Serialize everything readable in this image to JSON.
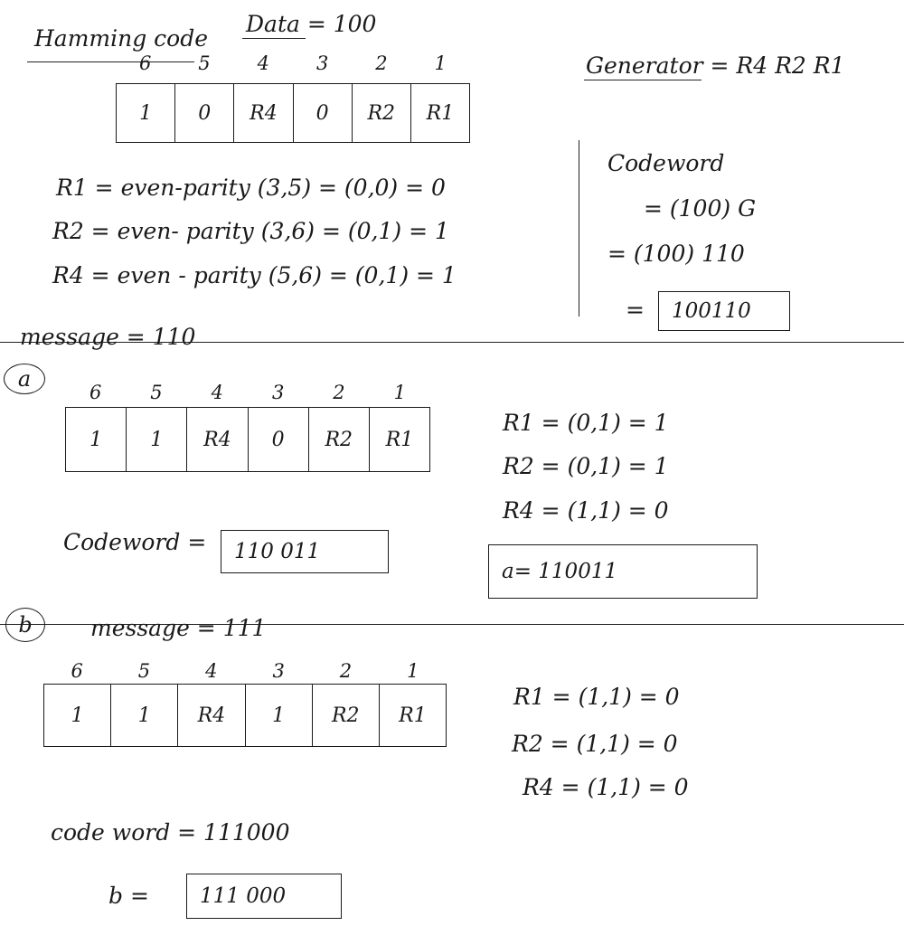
{
  "header": {
    "title": "Hamming code",
    "data": "Data = 100",
    "generator": "Generator = R4 R2 R1"
  },
  "top": {
    "positions": [
      "6",
      "5",
      "4",
      "3",
      "2",
      "1"
    ],
    "cells": [
      "1",
      "0",
      "R4",
      "0",
      "R2",
      "R1"
    ],
    "parity": [
      "R1 = even-parity (3,5) = (0,0) = 0",
      "R2 = even- parity (3,6) = (0,1) = 1",
      "R4 = even - parity (5,6) = (0,1) = 1"
    ],
    "codeword_label": "Codeword",
    "codeword_lines": [
      "= (100) G",
      "= (100) 110",
      "="
    ],
    "codeword_final": "100110"
  },
  "part_a": {
    "label": "a",
    "message": "message = 110",
    "positions": [
      "6",
      "5",
      "4",
      "3",
      "2",
      "1"
    ],
    "cells": [
      "1",
      "1",
      "R4",
      "0",
      "R2",
      "R1"
    ],
    "parity": [
      "R1 = (0,1) = 1",
      "R2 = (0,1) = 1",
      "R4 = (1,1) = 0"
    ],
    "codeword_label": "Codeword =",
    "codeword_value": "110 011",
    "answer": "a= 110011"
  },
  "part_b": {
    "label": "b",
    "message": "message = 111",
    "positions": [
      "6",
      "5",
      "4",
      "3",
      "2",
      "1"
    ],
    "cells": [
      "1",
      "1",
      "R4",
      "1",
      "R2",
      "R1"
    ],
    "parity": [
      "R1 = (1,1) = 0",
      "R2 = (1,1) = 0",
      "R4 = (1,1) = 0"
    ],
    "codeword_line": "code word = 111000",
    "answer_label": "b =",
    "answer_value": "111 000"
  }
}
